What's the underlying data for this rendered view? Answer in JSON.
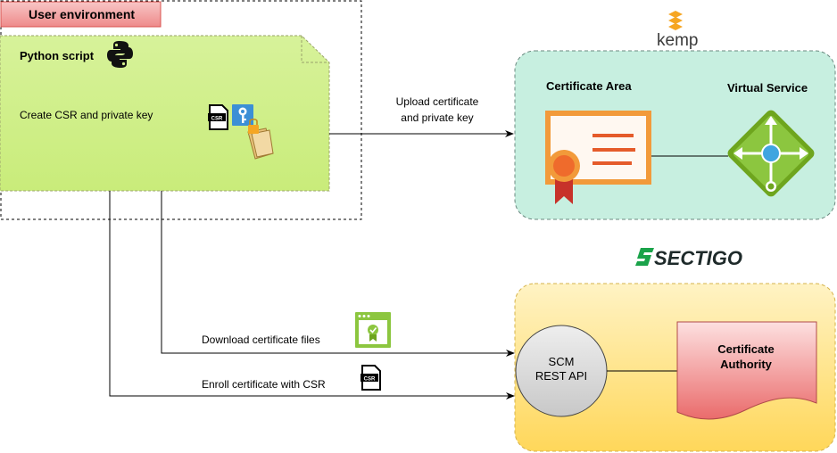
{
  "user_env": {
    "label": "User environment"
  },
  "python": {
    "title": "Python script",
    "task": "Create CSR and private key"
  },
  "csr_icon": {
    "text": "CSR"
  },
  "upload": {
    "line1": "Upload certificate",
    "line2": "and private key"
  },
  "kemp": {
    "logo": "kemp",
    "cert_area": "Certificate Area",
    "virtual_service": "Virtual Service"
  },
  "sectigo": {
    "logo": "SECTIGO"
  },
  "download": {
    "label": "Download certificate files"
  },
  "enroll": {
    "label": "Enroll certificate with CSR"
  },
  "scm": {
    "line1": "SCM",
    "line2": "REST API"
  },
  "ca": {
    "line1": "Certificate",
    "line2": "Authority"
  },
  "colors": {
    "user_env": "#f4a6a6",
    "python_box": "#d4f28d",
    "kemp_box": "#c6eedf",
    "sectigo_box": "#ffe58a",
    "accent_orange": "#f29a3a",
    "azure_green": "#7fba00"
  }
}
